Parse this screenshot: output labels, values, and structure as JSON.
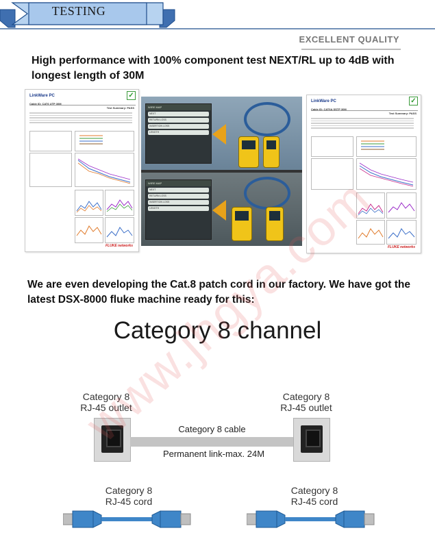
{
  "header": {
    "banner_label": "TESTING",
    "brand_label": "EXCELLENT QUALITY"
  },
  "intro": {
    "text": "High performance with 100% component test NEXT/RL up to 4dB with longest length of 30M"
  },
  "report_left": {
    "logo": "LinkWare PC",
    "cable_id": "Cable ID: CAT6 UTP 30M",
    "summary": "Test Summary: PASS",
    "footer_brand": "FLUKE networks"
  },
  "report_right": {
    "logo": "LinkWare PC",
    "cable_id": "Cable ID: CAT6A SSTP 30M",
    "summary": "Test Summary: PASS",
    "footer_brand": "FLUKE networks"
  },
  "tester_screen": {
    "title": "WIRE MAP",
    "rows": [
      "NEXT",
      "RETURN LOSS",
      "INSERTION LOSS",
      "LENGTH"
    ]
  },
  "paragraph2": {
    "text": "We are even developing the Cat.8 patch cord in our factory. We have got the latest DSX-8000 fluke machine ready for this:"
  },
  "diagram": {
    "title": "Category 8 channel",
    "outlet_left": [
      "Category 8",
      "RJ-45 outlet"
    ],
    "outlet_right": [
      "Category 8",
      "RJ-45 outlet"
    ],
    "cable_label": "Category 8 cable",
    "link_label": "Permanent link-max. 24M",
    "cord_left": [
      "Category 8",
      "RJ-45 cord"
    ],
    "cord_right": [
      "Category 8",
      "RJ-45 cord"
    ]
  },
  "watermark": "www.jhgya.com",
  "colors": {
    "ribbon_fill": "#9fc3ea",
    "ribbon_border": "#1f4e8c",
    "cord_blue": "#3f86c8",
    "tester_yellow": "#f0c419",
    "pass_green": "#2c9a2c"
  }
}
